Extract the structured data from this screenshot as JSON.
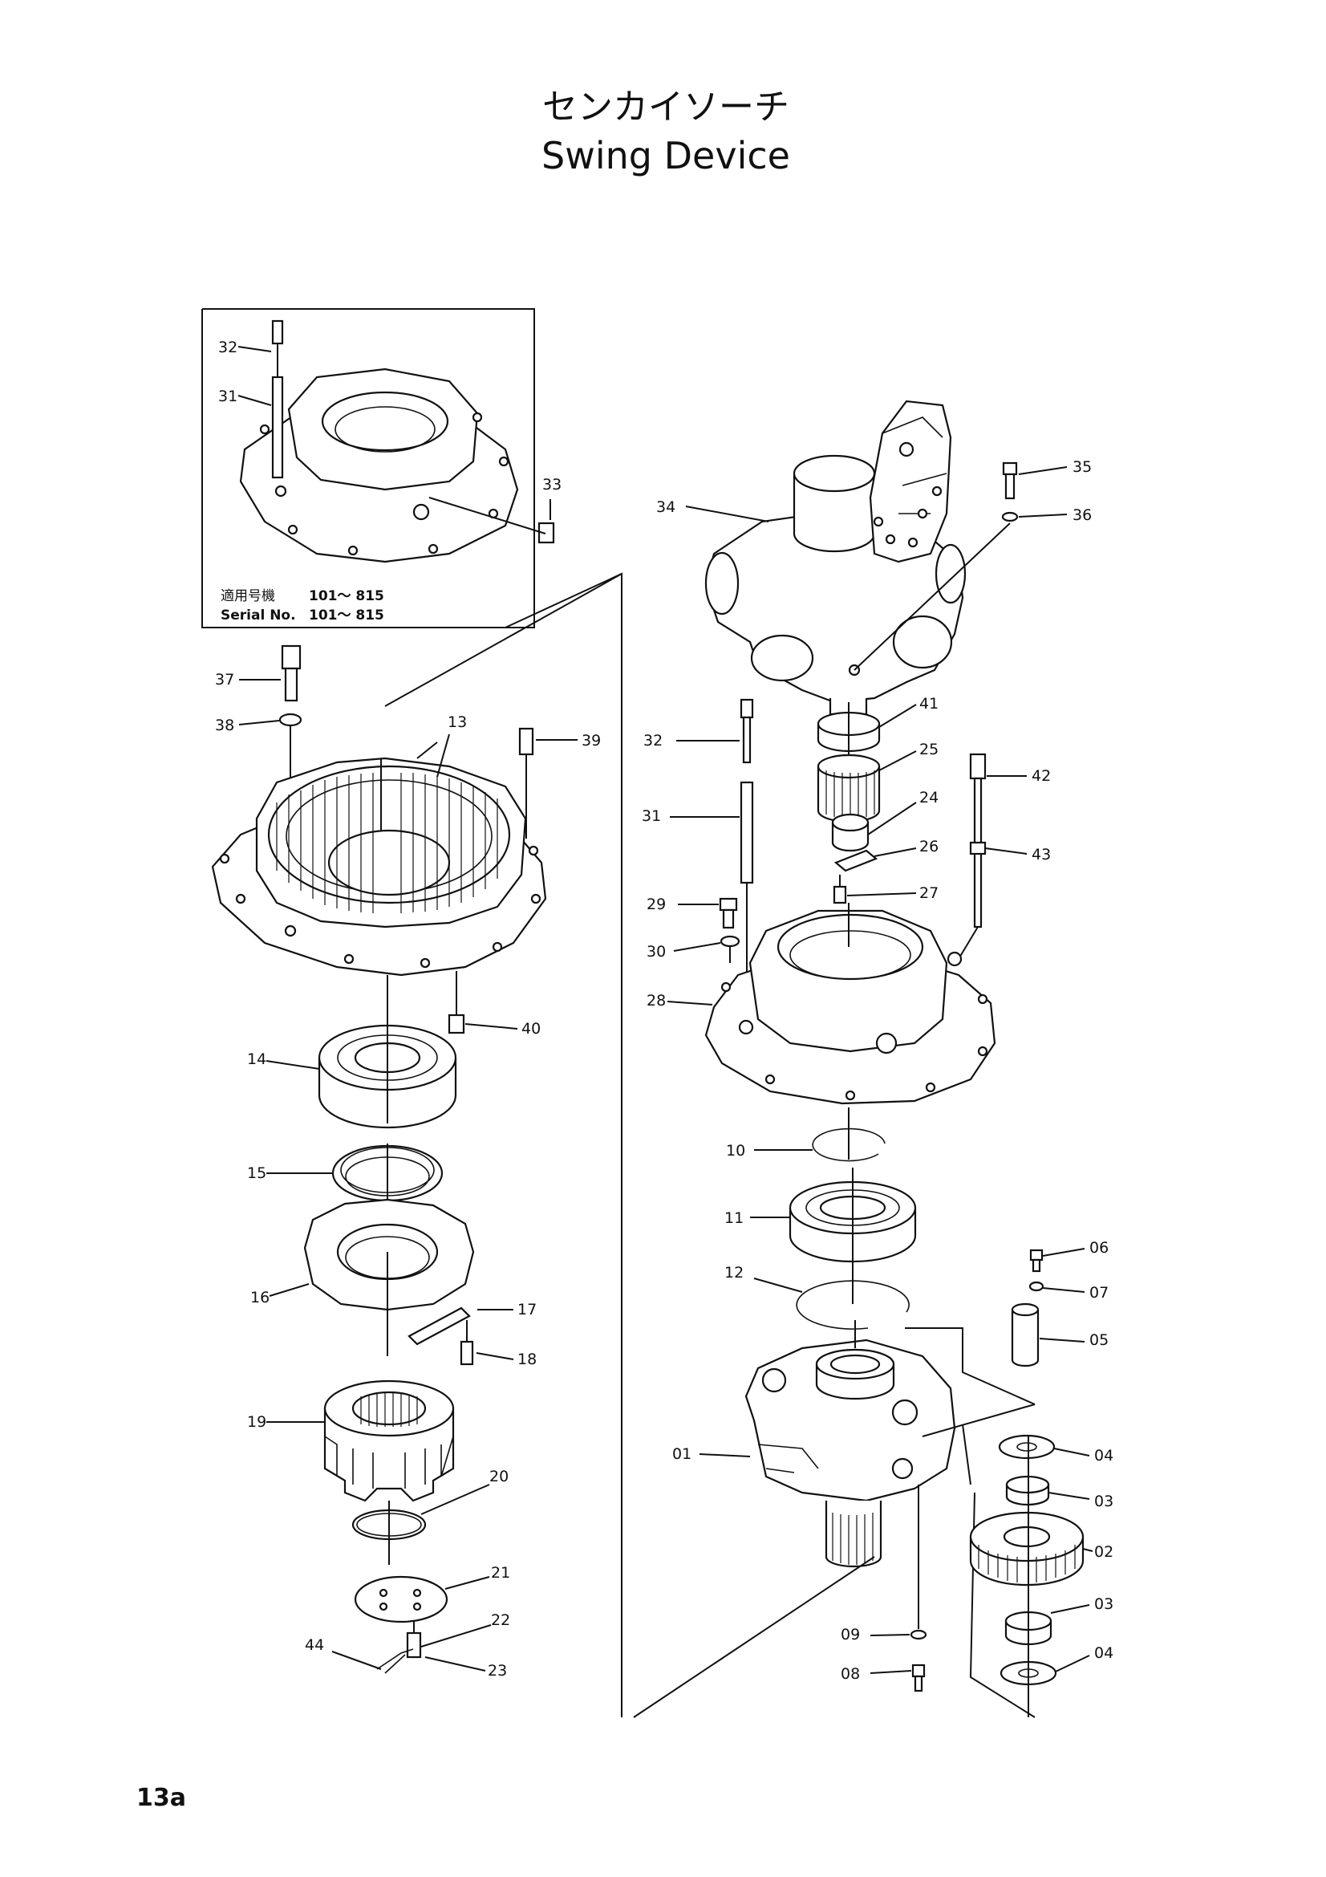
{
  "title": {
    "japanese": "センカイソーチ",
    "english": "Swing Device"
  },
  "page_number": "13a",
  "inset": {
    "serial_jp_label": "適用号機",
    "serial_jp_value": "101〜 815",
    "serial_en_label": "Serial No.",
    "serial_en_value": "101〜 815",
    "callouts": [
      "32",
      "31",
      "33"
    ]
  },
  "callouts": {
    "c37": "37",
    "c38": "38",
    "c13": "13",
    "c39": "39",
    "c40": "40",
    "c14": "14",
    "c15": "15",
    "c16": "16",
    "c17": "17",
    "c18": "18",
    "c19": "19",
    "c20": "20",
    "c21": "21",
    "c22": "22",
    "c44": "44",
    "c23": "23",
    "c34": "34",
    "c35": "35",
    "c36": "36",
    "c41": "41",
    "c32": "32",
    "c25": "25",
    "c42": "42",
    "c31": "31",
    "c24": "24",
    "c26": "26",
    "c43": "43",
    "c29": "29",
    "c27": "27",
    "c30": "30",
    "c28": "28",
    "c10": "10",
    "c11": "11",
    "c12": "12",
    "c06": "06",
    "c07": "07",
    "c05": "05",
    "c01": "01",
    "c04a": "04",
    "c03a": "03",
    "c02": "02",
    "c03b": "03",
    "c09": "09",
    "c04b": "04",
    "c08": "08"
  }
}
